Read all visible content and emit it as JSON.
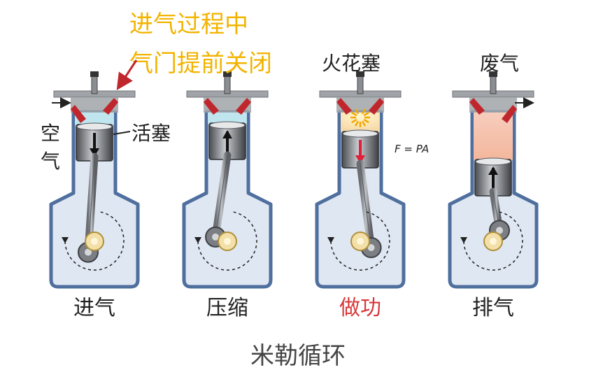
{
  "annotation": {
    "line1": "进气过程中",
    "line2": "气门提前关闭",
    "color": "#f2b400"
  },
  "labels": {
    "air_1": "空",
    "air_2": "气",
    "piston": "活塞",
    "spark_plug": "火花塞",
    "exhaust_gas": "废气",
    "formula": "F = PA"
  },
  "strokes": [
    {
      "name": "进气",
      "color": "#222222",
      "piston_direction": "down",
      "chamber": "intake-air"
    },
    {
      "name": "压缩",
      "color": "#222222",
      "piston_direction": "up",
      "chamber": "compressed"
    },
    {
      "name": "做功",
      "color": "#d9383a",
      "piston_direction": "down",
      "chamber": "ignition"
    },
    {
      "name": "排气",
      "color": "#222222",
      "piston_direction": "up",
      "chamber": "exhaust"
    }
  ],
  "caption": "米勒循环",
  "colors": {
    "cylinder_wall": "#4f6f9e",
    "cylinder_fill": "#dfe7f2",
    "manifold": "#a0a4a8",
    "valve": "#c0272d",
    "piston": "#5a5c60",
    "crank_pin": "#f2e0a8",
    "air_charge": "#bfe6ee",
    "hot_gas": "#f6c8b6"
  }
}
